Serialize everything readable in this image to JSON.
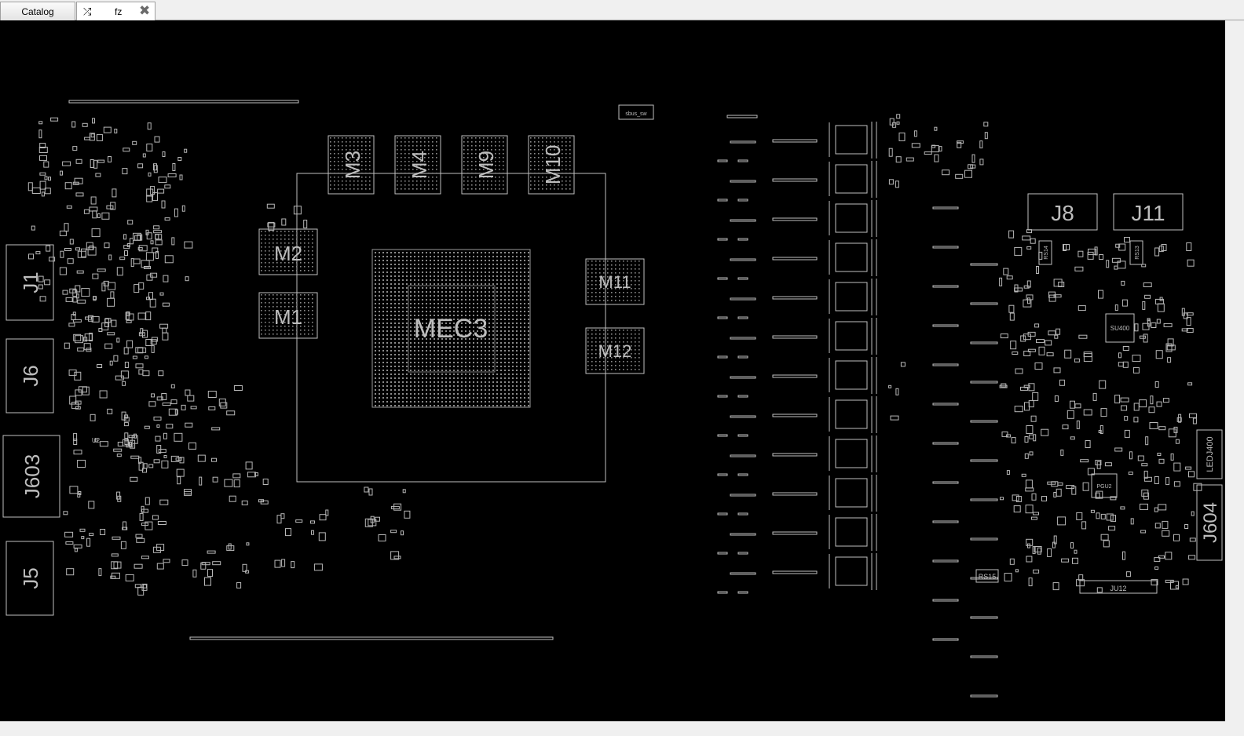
{
  "tabs": [
    {
      "label": "Catalog",
      "icon": null
    },
    {
      "label": "fz",
      "icon": "shuffle-icon",
      "close_icon": "close-icon"
    }
  ],
  "board": {
    "background": "#000000",
    "line_color": "#c8c8c8",
    "labels": {
      "gpu": "MEC3",
      "m3": "M3",
      "m4": "M4",
      "m9": "M9",
      "m10": "M10",
      "m2": "M2",
      "m1": "M1",
      "m11": "M11",
      "m12": "M12",
      "j1": "J1",
      "j6": "J6",
      "j603": "J603",
      "j5": "J5",
      "j8": "J8",
      "j11": "J11",
      "j604": "J604",
      "ledj400": "LEDJ400",
      "rs15": "RS15",
      "rs14": "RS14",
      "rs13": "RS13",
      "su400": "SU400",
      "ju2": "JU12",
      "pgu2": "PGU2",
      "u2": "U2",
      "sbus": "sbus_sw"
    }
  }
}
